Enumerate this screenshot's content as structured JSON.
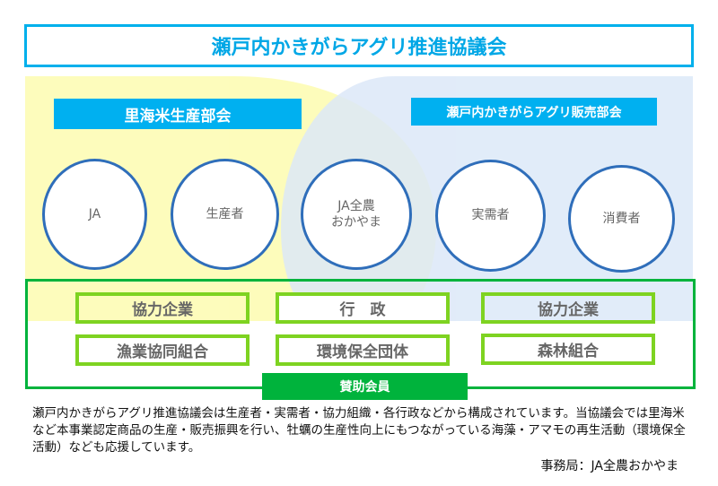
{
  "title": "瀬戸内かきがらアグリ推進協議会",
  "sections": {
    "left": "里海米生産部会",
    "right": "瀬戸内かきがらアグリ販売部会"
  },
  "members": [
    {
      "line1": "JA",
      "line2": ""
    },
    {
      "line1": "生産者",
      "line2": ""
    },
    {
      "line1": "JA全農",
      "line2": "おかやま"
    },
    {
      "line1": "実需者",
      "line2": ""
    },
    {
      "line1": "消費者",
      "line2": ""
    }
  ],
  "supporters": {
    "label": "賛助会員",
    "items": [
      "協力企業",
      "行　政",
      "協力企業",
      "漁業協同組合",
      "環境保全団体",
      "森林組合"
    ]
  },
  "description": "瀬戸内かきがらアグリ推進協議会は生産者・実需者・協力組織・各行政などから構成されています。当協議会では里海米など本事業認定商品の生産・販売振興を行い、牡蠣の生産性向上にもつながっている海藻・アマモの再生活動（環境保全活動）なども応援しています。",
  "office": "事務局：JA全農おかやま",
  "colors": {
    "yellow": "#fdfcb8",
    "blue": "#dfeaf8",
    "cyan": "#00b0f0",
    "green": "#00b33c",
    "lime": "#7ed321",
    "circle": "#2f6eba"
  }
}
